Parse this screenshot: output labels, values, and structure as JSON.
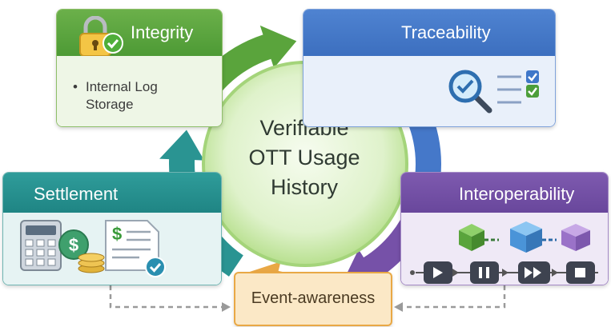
{
  "center": {
    "lines": [
      "Verifiable",
      "OTT Usage",
      "History"
    ]
  },
  "panels": {
    "integrity": {
      "title": "Integrity",
      "bullets": [
        "Internal Log Storage"
      ]
    },
    "traceability": {
      "title": "Traceability"
    },
    "settlement": {
      "title": "Settlement"
    },
    "interoperability": {
      "title": "Interoperability"
    },
    "event_awareness": {
      "title": "Event-awareness"
    }
  },
  "icons": {
    "integrity": [
      "lock-icon",
      "checkmark-icon"
    ],
    "traceability": [
      "magnifier-check-icon",
      "checklist-icon"
    ],
    "settlement": [
      "calculator-icon",
      "coin-stack-icon",
      "invoice-icon",
      "checkmark-icon"
    ],
    "interoperability": [
      "cube-chain-icon",
      "play-icon",
      "pause-icon",
      "fast-forward-icon",
      "stop-icon"
    ]
  },
  "colors": {
    "integrity": "#5aa43c",
    "traceability": "#4578c9",
    "settlement": "#2a9492",
    "interoperability": "#7651a8",
    "event_awareness": "#e9a845",
    "center": "#d9f0c4"
  }
}
